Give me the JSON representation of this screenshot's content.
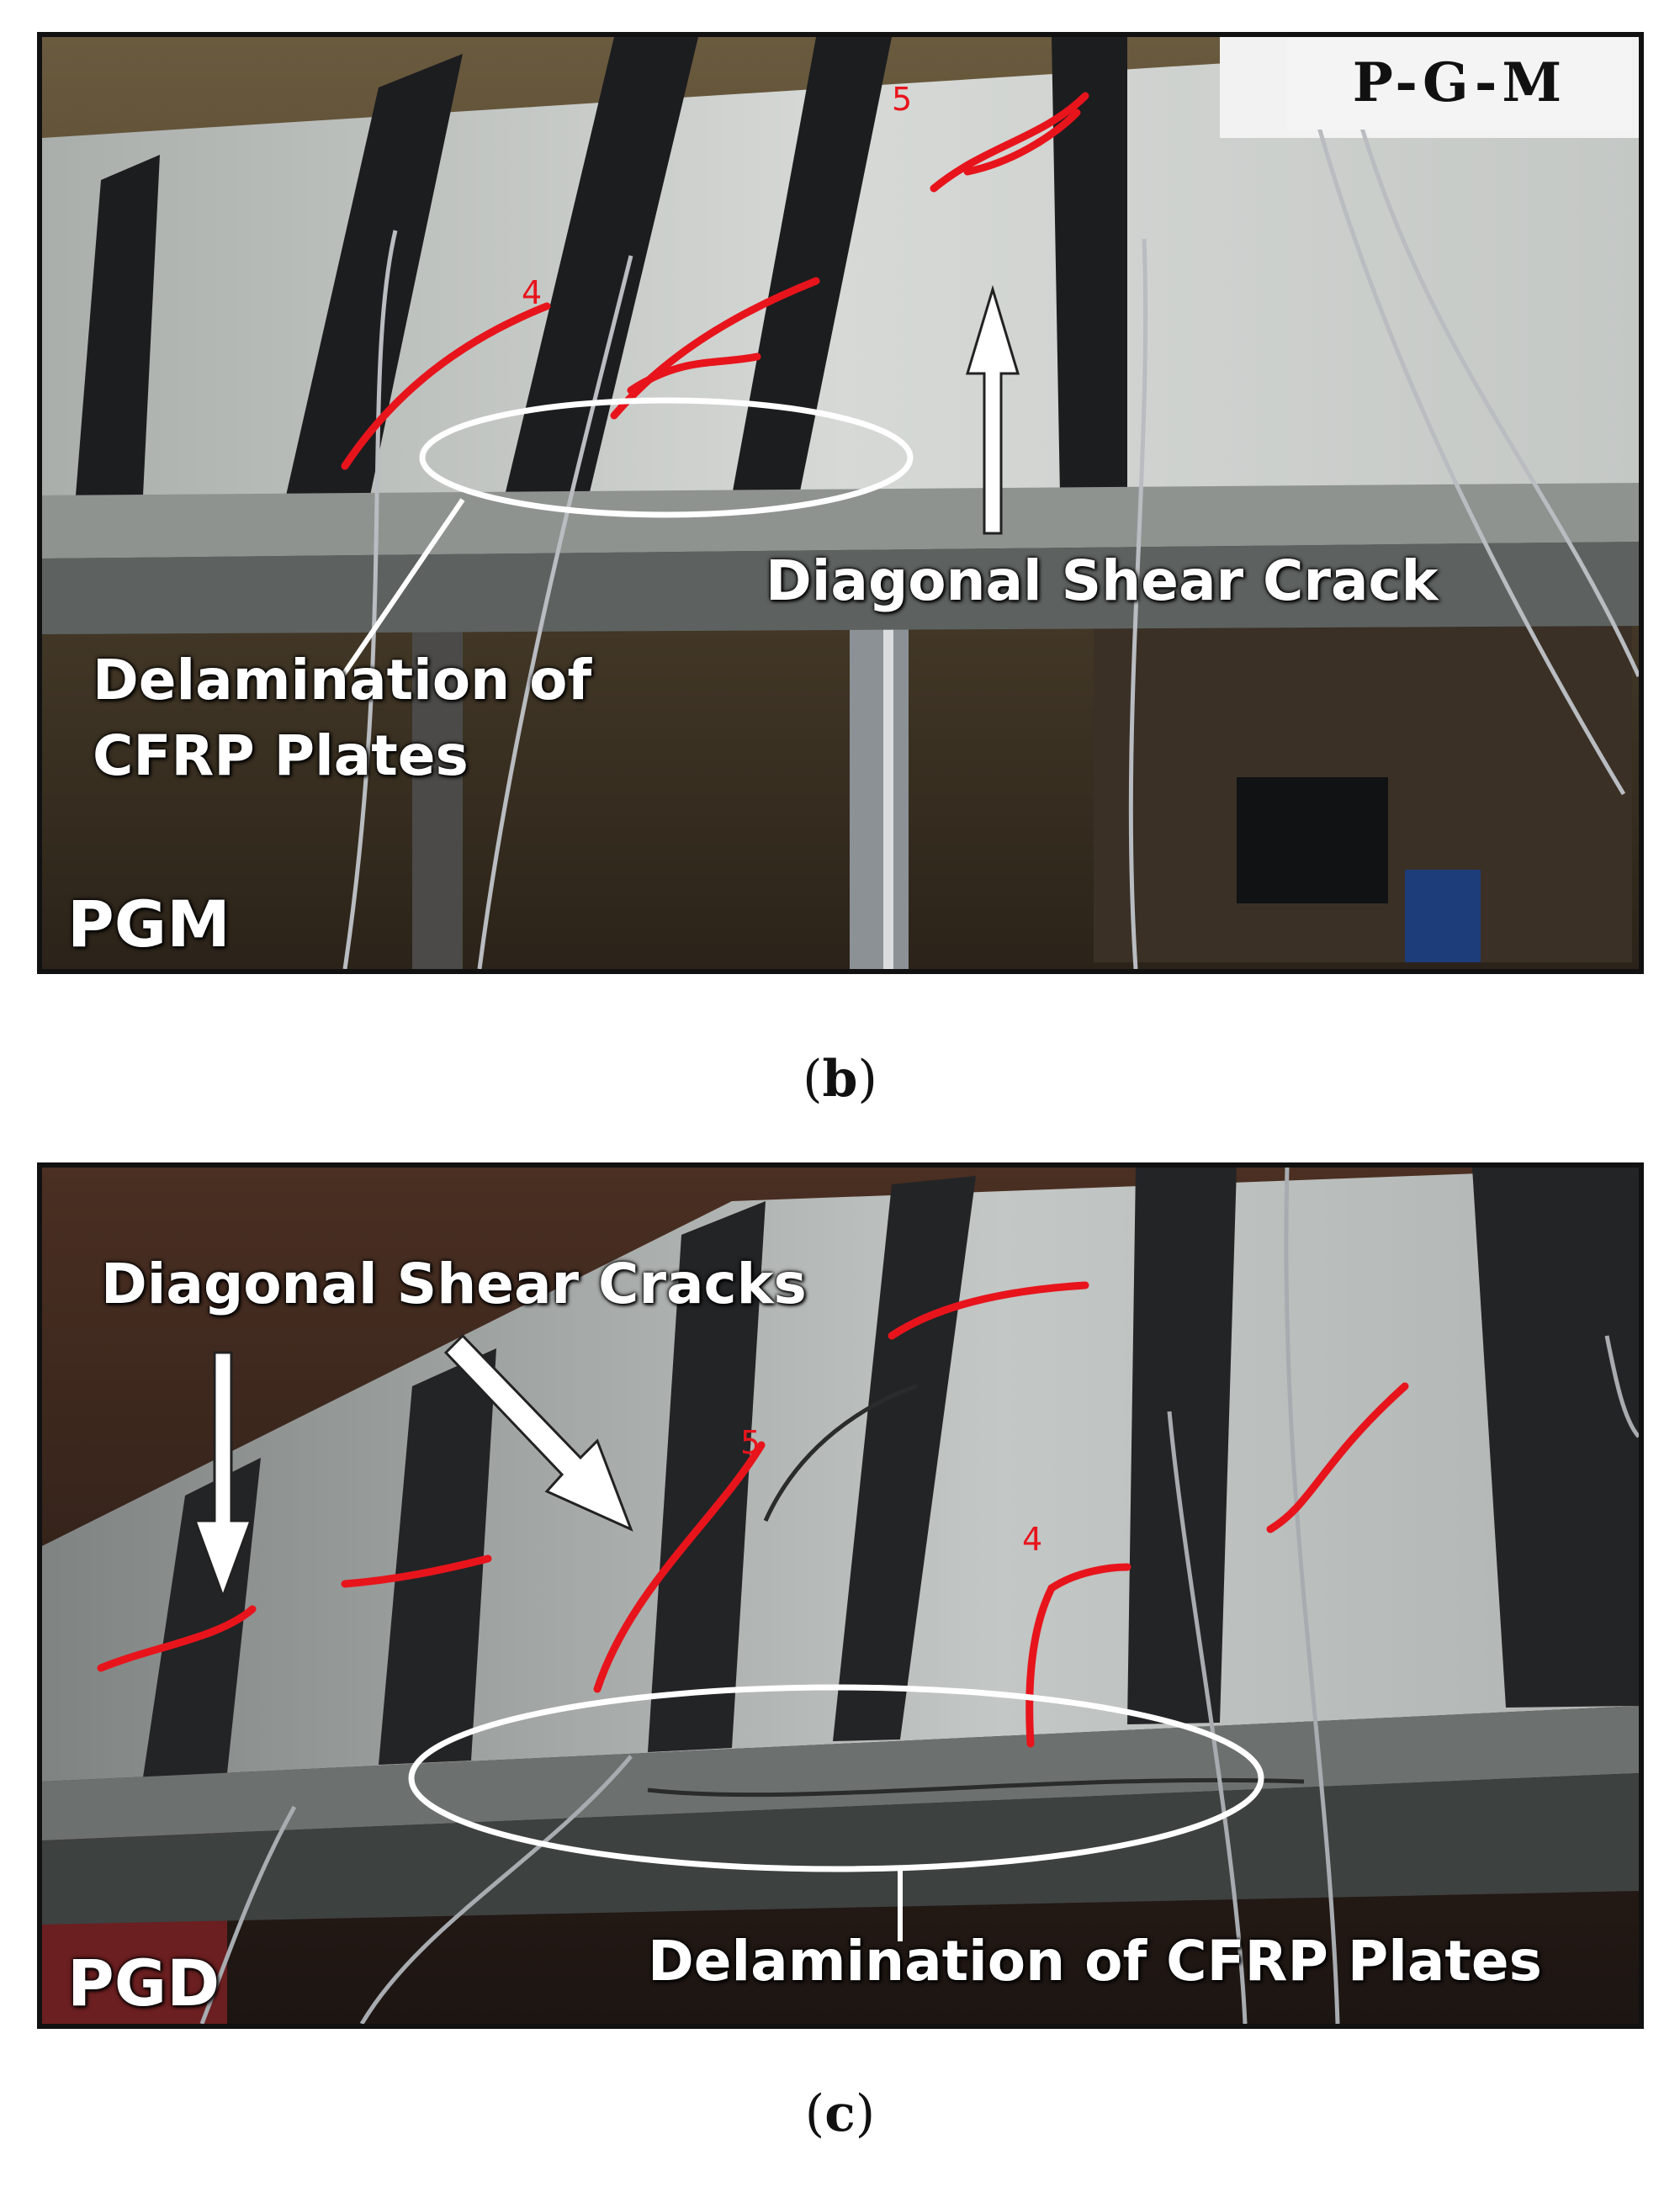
{
  "panel_b": {
    "sign_text": "P-G-M",
    "crack_numbers": [
      "5",
      "4"
    ],
    "annotations": {
      "diagonal_shear_crack": "Diagonal Shear Crack",
      "delamination_line1": "Delamination of",
      "delamination_line2": "CFRP Plates"
    },
    "specimen_label": "PGM",
    "caption_open": "(",
    "caption_letter": "b",
    "caption_close": ")"
  },
  "panel_c": {
    "crack_numbers": [
      "5",
      "4"
    ],
    "annotations": {
      "diagonal_shear_cracks": "Diagonal Shear Cracks",
      "delamination": "Delamination of CFRP Plates"
    },
    "specimen_label": "PGD",
    "caption_open": "(",
    "caption_letter": "c",
    "caption_close": ")"
  },
  "colors": {
    "crack_marking": "#e8141c",
    "concrete": "#cfd3d0",
    "cfrp_strip": "#1c1d1f",
    "annotation": "#ffffff"
  }
}
